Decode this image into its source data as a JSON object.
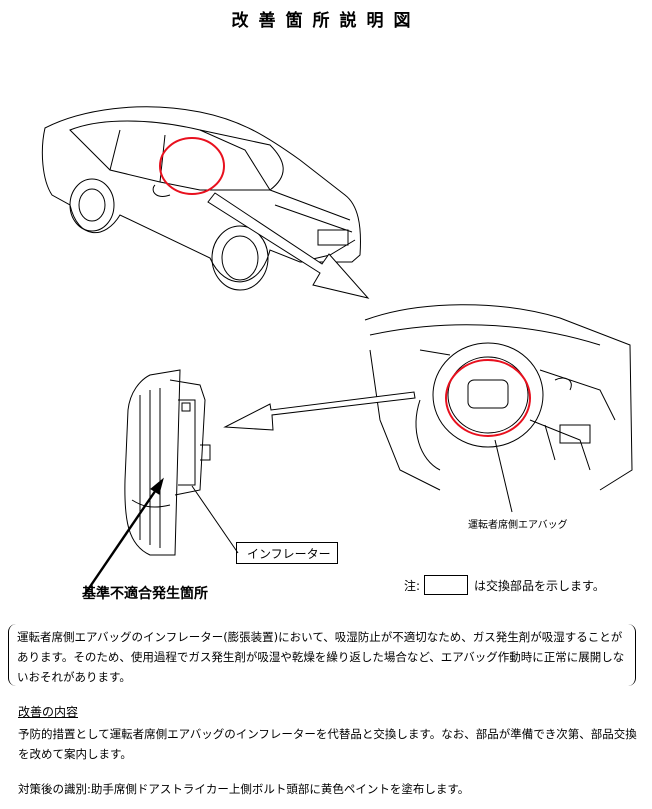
{
  "title": "改善箇所説明図",
  "labels": {
    "driver_airbag": "運転者席側エアバッグ",
    "inflator": "インフレーター",
    "defect_location": "基準不適合発生箇所"
  },
  "note": {
    "prefix": "注:",
    "suffix": "は交換部品を示します。"
  },
  "description": "運転者席側エアバッグのインフレーター(膨張装置)において、吸湿防止が不適切なため、ガス発生剤が吸湿することがあります。そのため、使用過程でガス発生剤が吸湿や乾燥を繰り返した場合など、エアバッグ作動時に正常に展開しないおそれがあります。",
  "improvement": {
    "heading": "改善の内容",
    "text": "予防的措置として運転者席側エアバッグのインフレーターを代替品と交換します。なお、部品が準備でき次第、部品交換を改めて案内します。"
  },
  "identification": "対策後の識別:助手席側ドアストライカー上側ボルト頭部に黄色ペイントを塗布します。",
  "colors": {
    "highlight": "#e8101e",
    "line": "#000000"
  }
}
